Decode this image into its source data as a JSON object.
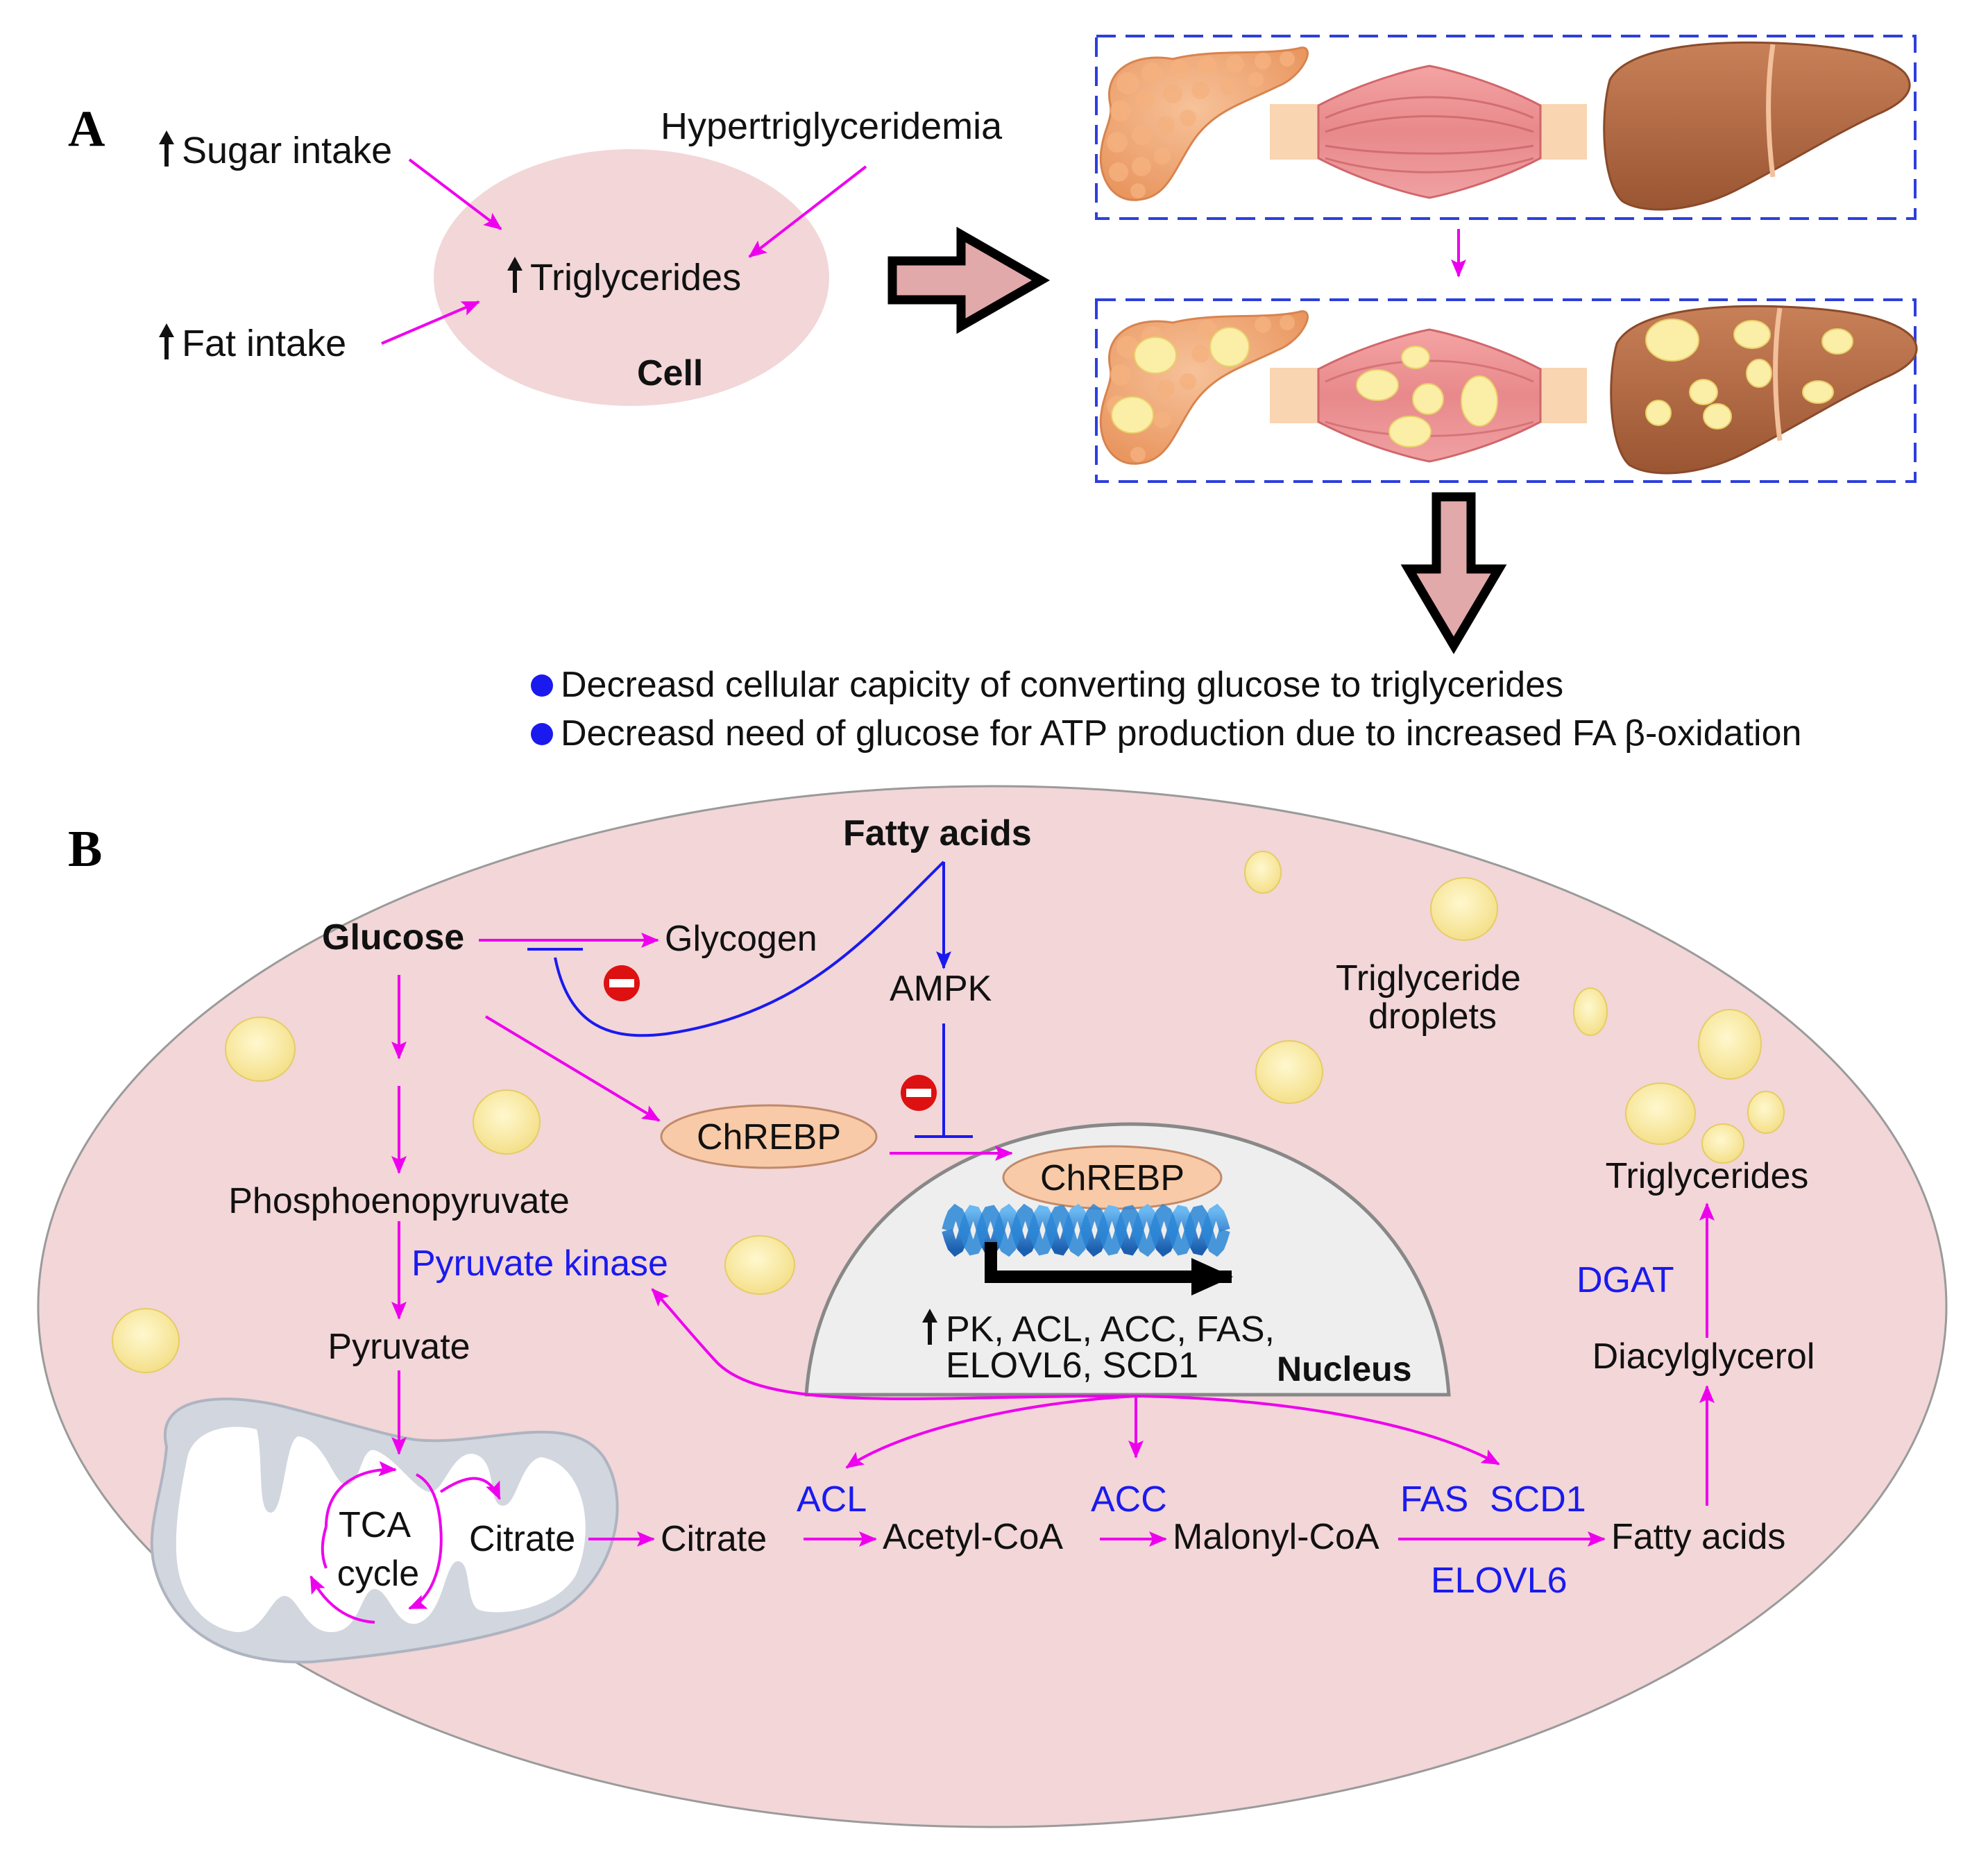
{
  "colors": {
    "arrow_pathway": "#ee00ee",
    "arrow_inhibit": "#1a1aee",
    "enzyme_text": "#1a1aee",
    "cell_fill": "#f2d6d8",
    "nucleus_fill": "#eeeeee",
    "droplet_fill": "#fbeea6",
    "chrebp_fill": "#f9caa7",
    "big_arrow_fill": "#e2a9aa",
    "bullet": "#1a1aee",
    "dna": "#2a86d6",
    "inhibit_sign": "#dd1111"
  },
  "panel_a": {
    "label": "A",
    "sugar": "Sugar intake",
    "fat": "Fat intake",
    "hyper": "Hypertriglyceridemia",
    "trig": "Triglycerides",
    "cell": "Cell",
    "organs": [
      "pancreas-icon",
      "muscle-icon",
      "liver-icon"
    ],
    "bullets": [
      "Decreasd cellular capicity of converting glucose to triglycerides",
      "Decreasd need of glucose for ATP production due to increased FA β-oxidation"
    ]
  },
  "panel_b": {
    "label": "B",
    "fatty_acids_top": "Fatty acids",
    "glucose": "Glucose",
    "glycogen": "Glycogen",
    "ampk": "AMPK",
    "trig_droplets_1": "Triglyceride",
    "trig_droplets_2": "droplets",
    "chrebp_cyto": "ChREBP",
    "chrebp_nuc": "ChREBP",
    "genes_line1": "PK, ACL, ACC, FAS,",
    "genes_line2": "ELOVL6, SCD1",
    "nucleus": "Nucleus",
    "pep": "Phosphoenopyruvate",
    "pyruvate_kinase": "Pyruvate kinase",
    "pyruvate": "Pyruvate",
    "tca_1": "TCA",
    "tca_2": "cycle",
    "citrate_mito": "Citrate",
    "citrate": "Citrate",
    "acl": "ACL",
    "acetyl_coa": "Acetyl-CoA",
    "acc": "ACC",
    "malonyl_coa": "Malonyl-CoA",
    "fas": "FAS",
    "scd1": "SCD1",
    "elovl6": "ELOVL6",
    "fatty_acids": "Fatty acids",
    "diacylglycerol": "Diacylglycerol",
    "dgat": "DGAT",
    "triglycerides": "Triglycerides"
  }
}
